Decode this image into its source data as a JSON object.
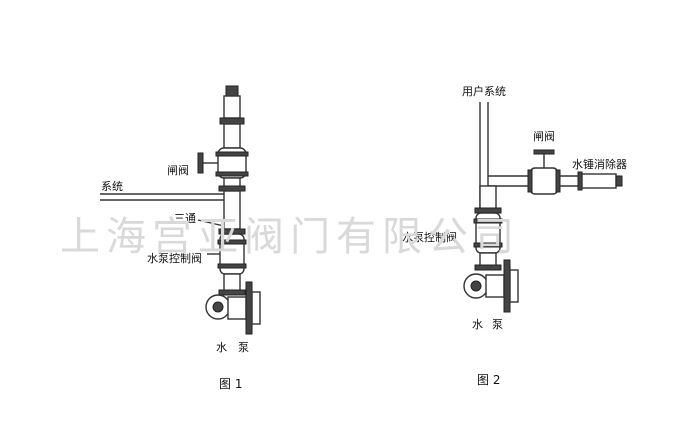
{
  "watermark": "上海宫亚阀门有限公司",
  "figure1": {
    "caption": "图 1",
    "labels": {
      "gate_valve": "闸阀",
      "system": "系统",
      "tee": "三通",
      "pump_control_valve": "水泵控制阀",
      "pump_left": "水",
      "pump_right": "泵"
    }
  },
  "figure2": {
    "caption": "图 2",
    "labels": {
      "user_system": "用户系统",
      "gate_valve": "闸阀",
      "water_hammer": "水锤消除器",
      "pump_control_valve": "水泵控制阀",
      "pump_left": "水",
      "pump_right": "泵"
    }
  },
  "colors": {
    "line": "#333333",
    "watermark": "#d9d9d9",
    "background": "#ffffff"
  }
}
